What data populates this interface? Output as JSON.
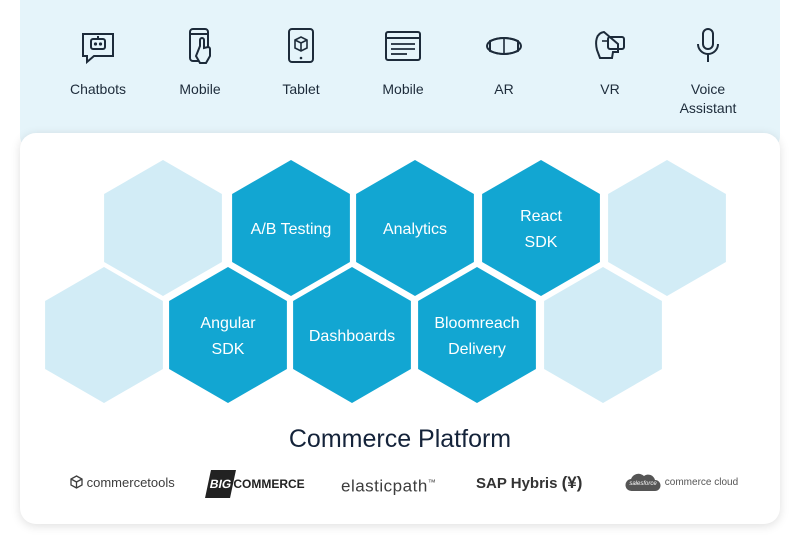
{
  "channels": [
    {
      "label": "Chatbots",
      "icon": "chatbot-icon"
    },
    {
      "label": "Mobile",
      "icon": "mobile-touch-icon"
    },
    {
      "label": "Tablet",
      "icon": "tablet-icon"
    },
    {
      "label": "Mobile",
      "icon": "browser-window-icon"
    },
    {
      "label": "AR",
      "icon": "ar-headset-icon"
    },
    {
      "label": "VR",
      "icon": "vr-headset-icon"
    },
    {
      "label": "Voice\nAssistant",
      "icon": "microphone-icon"
    }
  ],
  "hexagons": [
    {
      "lines": [
        "A/B Testing"
      ]
    },
    {
      "lines": [
        "Analytics"
      ]
    },
    {
      "lines": [
        "React",
        "SDK"
      ]
    },
    {
      "lines": [
        "Angular",
        "SDK"
      ]
    },
    {
      "lines": [
        "Dashboards"
      ]
    },
    {
      "lines": [
        "Bloomreach",
        "Delivery"
      ]
    }
  ],
  "platform_title": "Commerce Platform",
  "logos": {
    "commercetools": "commercetools",
    "bigcommerce_big": "BIG",
    "bigcommerce_rest": "COMMERCE",
    "elasticpath": "elasticpath",
    "elasticpath_tm": "™",
    "sap_hybris": "SAP Hybris",
    "sap_hybris_mark": "(¥)",
    "salesforce_cloud": "salesforce",
    "salesforce_text": "commerce cloud"
  },
  "colors": {
    "hex_dark": "#12a6d2",
    "hex_light": "#d2ecf6",
    "top_panel": "#e5f4fa",
    "title": "#14233a"
  }
}
